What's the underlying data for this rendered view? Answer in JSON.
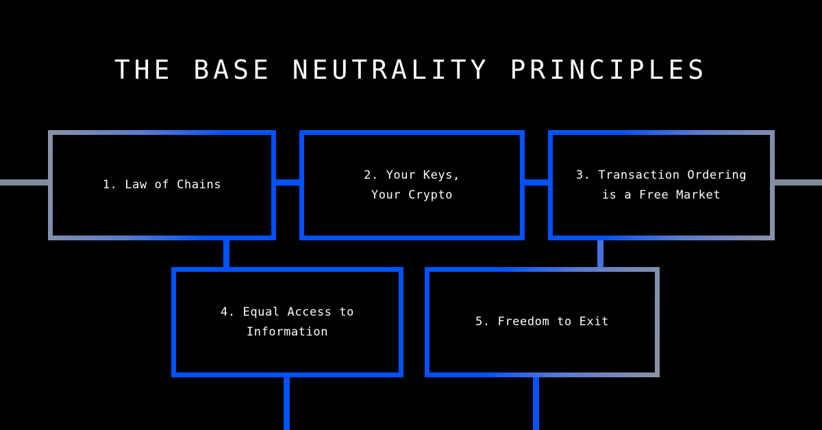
{
  "page": {
    "title": "THE BASE NEUTRALITY PRINCIPLES",
    "background_color": "#000000",
    "accent_blue": "#0052FF",
    "accent_gray": "#808A9A",
    "text_color": "#FFFFFF"
  },
  "nodes": [
    {
      "id": "principle-1",
      "number": "1",
      "label": "1. Law of Chains",
      "border_style": "gray-to-blue-gradient",
      "row": "top"
    },
    {
      "id": "principle-2",
      "number": "2",
      "label": "2. Your Keys,\nYour Crypto",
      "border_style": "solid-blue",
      "row": "top"
    },
    {
      "id": "principle-3",
      "number": "3",
      "label": "3. Transaction Ordering\nis a Free Market",
      "border_style": "blue-to-gray-gradient",
      "row": "top"
    },
    {
      "id": "principle-4",
      "number": "4",
      "label": "4. Equal Access to\nInformation",
      "border_style": "solid-blue",
      "row": "bottom"
    },
    {
      "id": "principle-5",
      "number": "5",
      "label": "5. Freedom to Exit",
      "border_style": "blue-to-gray-gradient",
      "row": "bottom"
    }
  ],
  "connectors": [
    {
      "id": "edge-left-inflow",
      "color": "#808A9A",
      "orientation": "horizontal"
    },
    {
      "id": "link-1-to-2",
      "color": "#0052FF",
      "orientation": "horizontal"
    },
    {
      "id": "link-2-to-3",
      "color": "#0052FF",
      "orientation": "horizontal"
    },
    {
      "id": "edge-right-outflow",
      "color": "#808A9A",
      "orientation": "horizontal"
    },
    {
      "id": "link-1-to-4",
      "color": "#0052FF",
      "orientation": "vertical"
    },
    {
      "id": "link-3-to-5",
      "color": "#4A72DC",
      "orientation": "vertical"
    },
    {
      "id": "drop-from-4",
      "color": "#0052FF",
      "orientation": "vertical"
    },
    {
      "id": "drop-from-5",
      "color": "#0052FF",
      "orientation": "vertical"
    }
  ]
}
